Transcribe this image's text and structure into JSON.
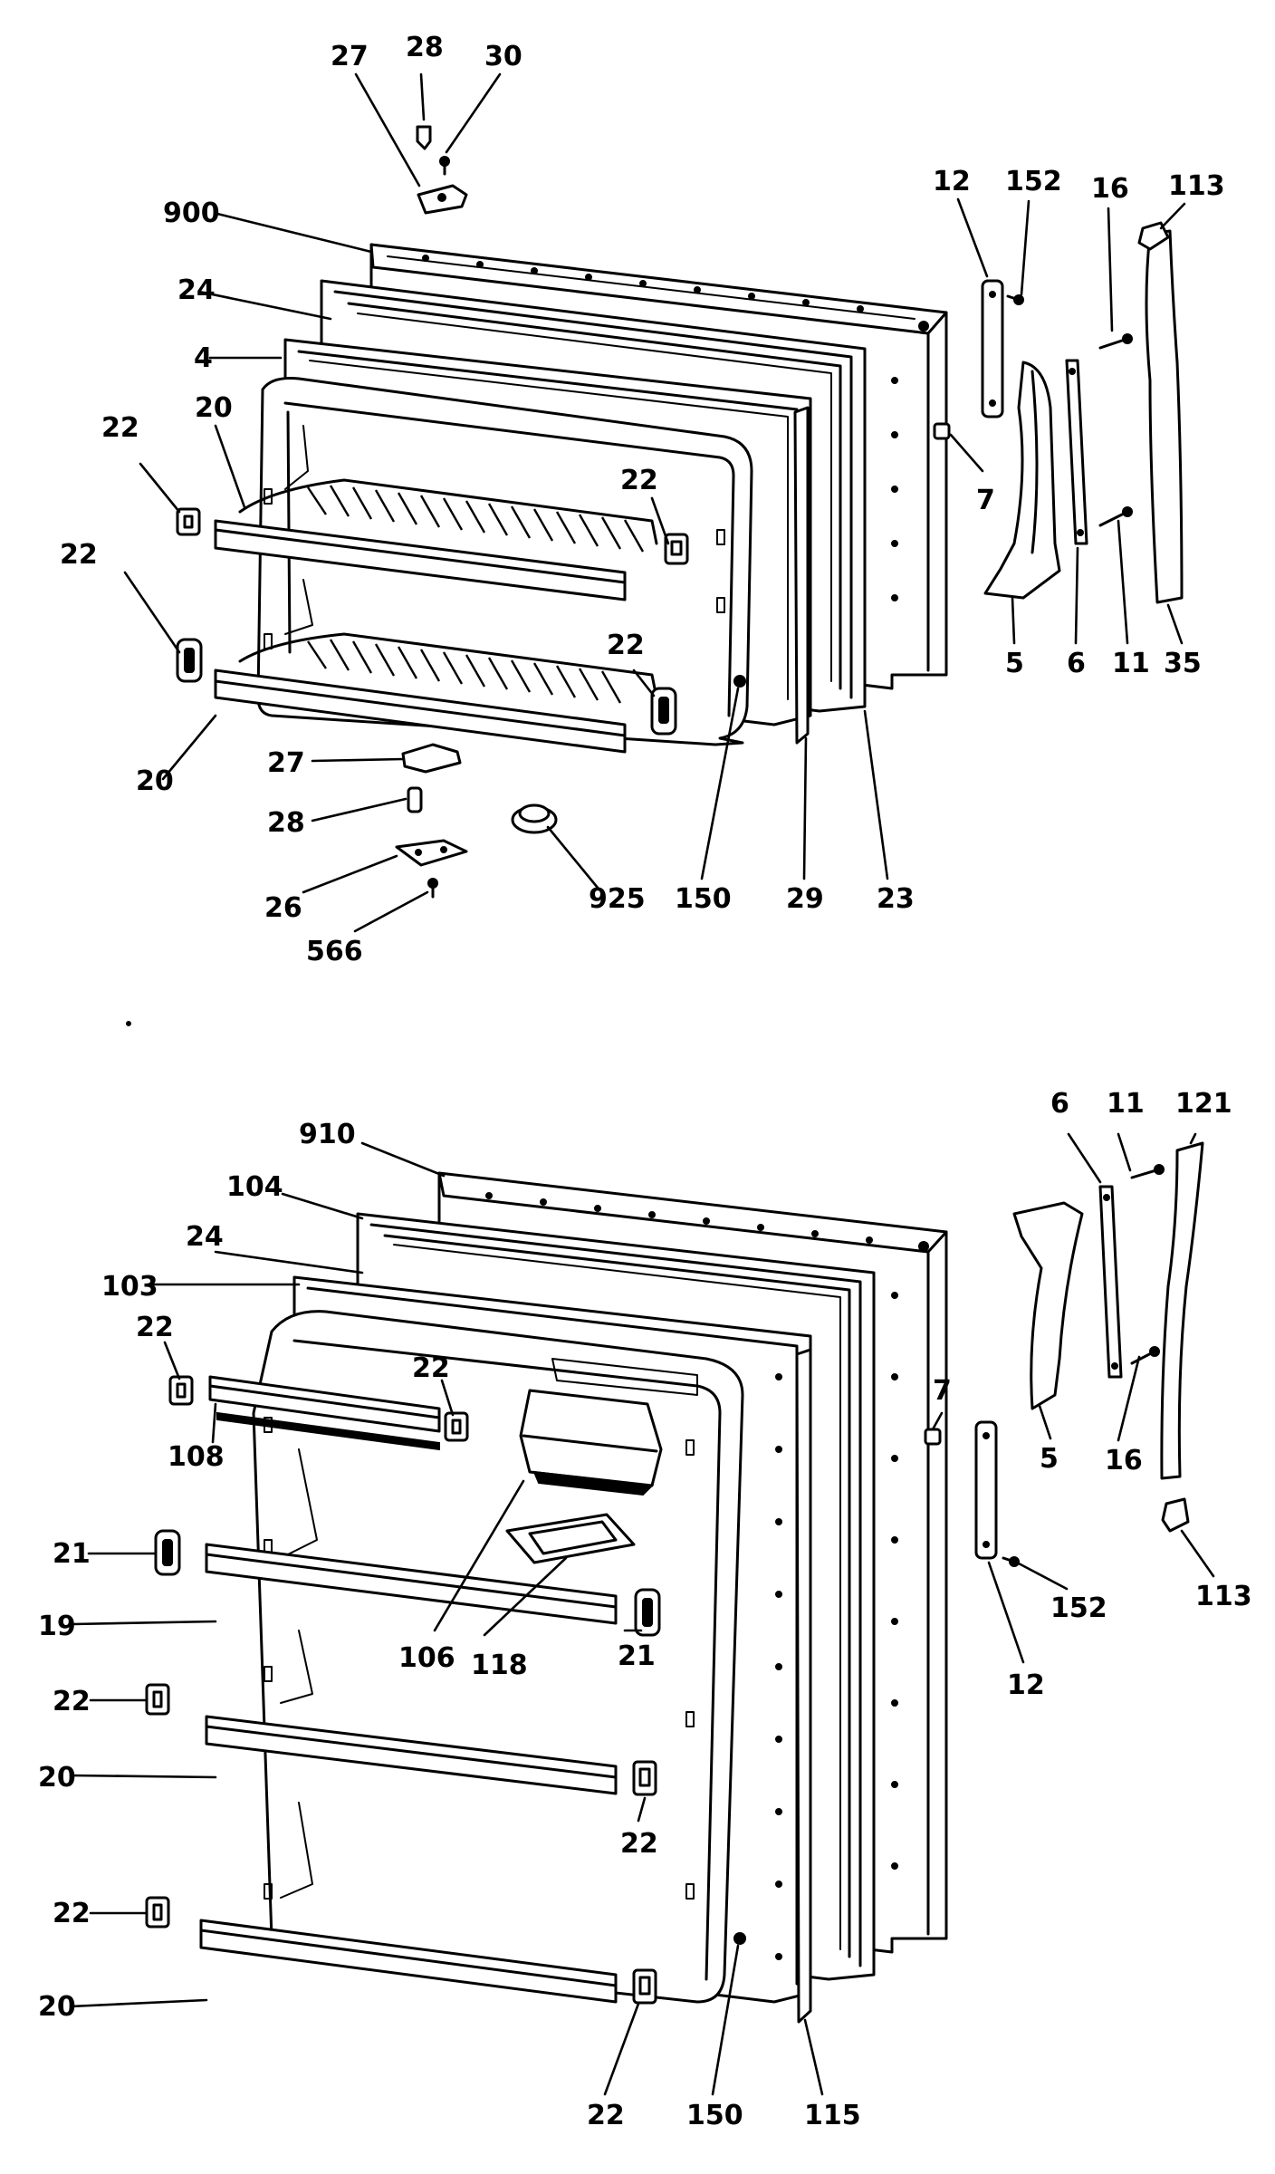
{
  "top_assembly": {
    "callouts": {
      "p27_top": "27",
      "p28_top": "28",
      "p30": "30",
      "p900": "900",
      "p24": "24",
      "p4": "4",
      "p22_a": "22",
      "p20_a": "20",
      "p22_b": "22",
      "p22_c": "22",
      "p22_d": "22",
      "p20_b": "20",
      "p27_bot": "27",
      "p28_bot": "28",
      "p26": "26",
      "p566": "566",
      "p925": "925",
      "p150": "150",
      "p29": "29",
      "p23": "23",
      "p12": "12",
      "p152": "152",
      "p16": "16",
      "p113": "113",
      "p7": "7",
      "p5": "5",
      "p6": "6",
      "p11": "11",
      "p35": "35"
    }
  },
  "bottom_assembly": {
    "callouts": {
      "p910": "910",
      "p104": "104",
      "p24": "24",
      "p103": "103",
      "p22_a": "22",
      "p22_b": "22",
      "p108": "108",
      "p21_a": "21",
      "p19": "19",
      "p106": "106",
      "p118": "118",
      "p21_b": "21",
      "p22_c": "22",
      "p20_a": "20",
      "p22_d": "22",
      "p22_e": "22",
      "p20_b": "20",
      "p22_f": "22",
      "p150": "150",
      "p115": "115",
      "p6": "6",
      "p11": "11",
      "p121": "121",
      "p7": "7",
      "p5": "5",
      "p16": "16",
      "p113": "113",
      "p152": "152",
      "p12": "12"
    }
  }
}
